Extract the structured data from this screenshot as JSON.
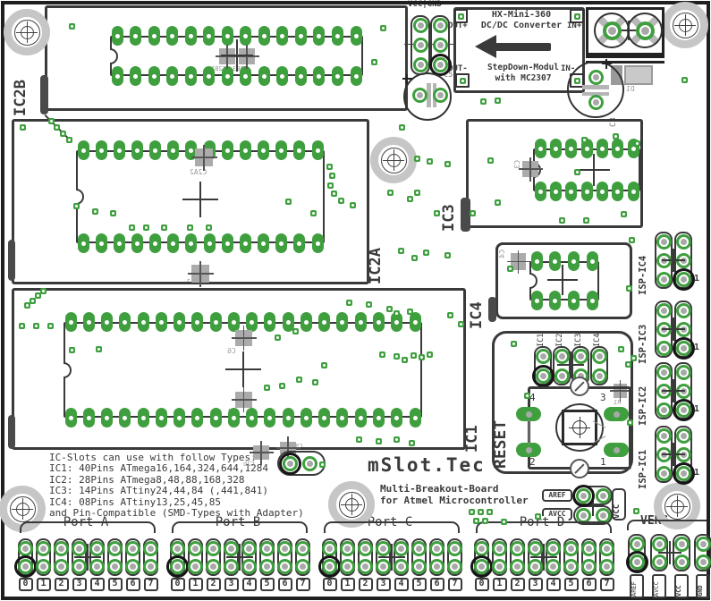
{
  "board_texts": {
    "title": "mSlot.Tec",
    "subtitle1": "Multi-Breakout-Board",
    "subtitle2": "for Atmel Microcontroller"
  },
  "notes": [
    "IC-Slots can use with follow Types:",
    "IC1: 40Pins ATmega16,164,324,644,1284",
    "IC2: 28Pins ATmega8,48,88,168,328",
    "IC3: 14Pins ATtiny24,44,84 (,441,841)",
    "IC4: 08Pins ATtiny13,25,45,85",
    "and Pin-Compatible (SMD-Types with Adapter)"
  ],
  "dcdc": {
    "name_line1": "HX-Mini-360",
    "name_line2": "DC/DC Converter",
    "desc_line1": "StepDown-Modul",
    "desc_line2": "with MC2307",
    "pin_out_plus": "OUT+",
    "pin_out_minus": "OUT-",
    "pin_in_plus": "IN+",
    "pin_in_minus": "IN-"
  },
  "power_header_label": "VCC|GND",
  "slots": {
    "ic1": "IC1",
    "ic2a": "IC2A",
    "ic2b": "IC2B",
    "ic3": "IC3",
    "ic4": "IC4"
  },
  "reset": {
    "label": "RESET",
    "columns": [
      "IC1",
      "IC2",
      "IC3",
      "IC4"
    ],
    "switch_pins": [
      "4",
      "3",
      "2",
      "1"
    ]
  },
  "isp": {
    "labels": [
      "ISP-IC4",
      "ISP-IC3",
      "ISP-IC2",
      "ISP-IC1"
    ],
    "pin1": "1"
  },
  "aref_header": {
    "row1": "AREF",
    "row2": "AVCC",
    "right": "VCC"
  },
  "vers": {
    "label": "VERS.",
    "columns": [
      "AREF",
      "AVCC",
      "VCC",
      "GND"
    ]
  },
  "ports": {
    "labels": [
      "Port A",
      "Port B",
      "Port C",
      "Port D"
    ],
    "pins": [
      "0",
      "1",
      "2",
      "3",
      "4",
      "5",
      "6",
      "7"
    ]
  },
  "refdes": {
    "c1": "C1",
    "c2a1": "C2A1",
    "c2a2": "C2A2",
    "c2b1": "C2B1",
    "c2b3": "C2B3",
    "c2b": "C2b",
    "c3": "C3",
    "c4": "C4",
    "c5": "C5",
    "c6": "C6",
    "c8": "C8",
    "c9b": "C9b",
    "d1": "D1",
    "r1": "R1"
  },
  "colors": {
    "pad_green": "#3f9f3f",
    "silkscreen": "#3a3a3a",
    "board_outline": "#1f1f1f",
    "component_gray": "#ababab",
    "hole_ring": "#c6c6c6"
  }
}
